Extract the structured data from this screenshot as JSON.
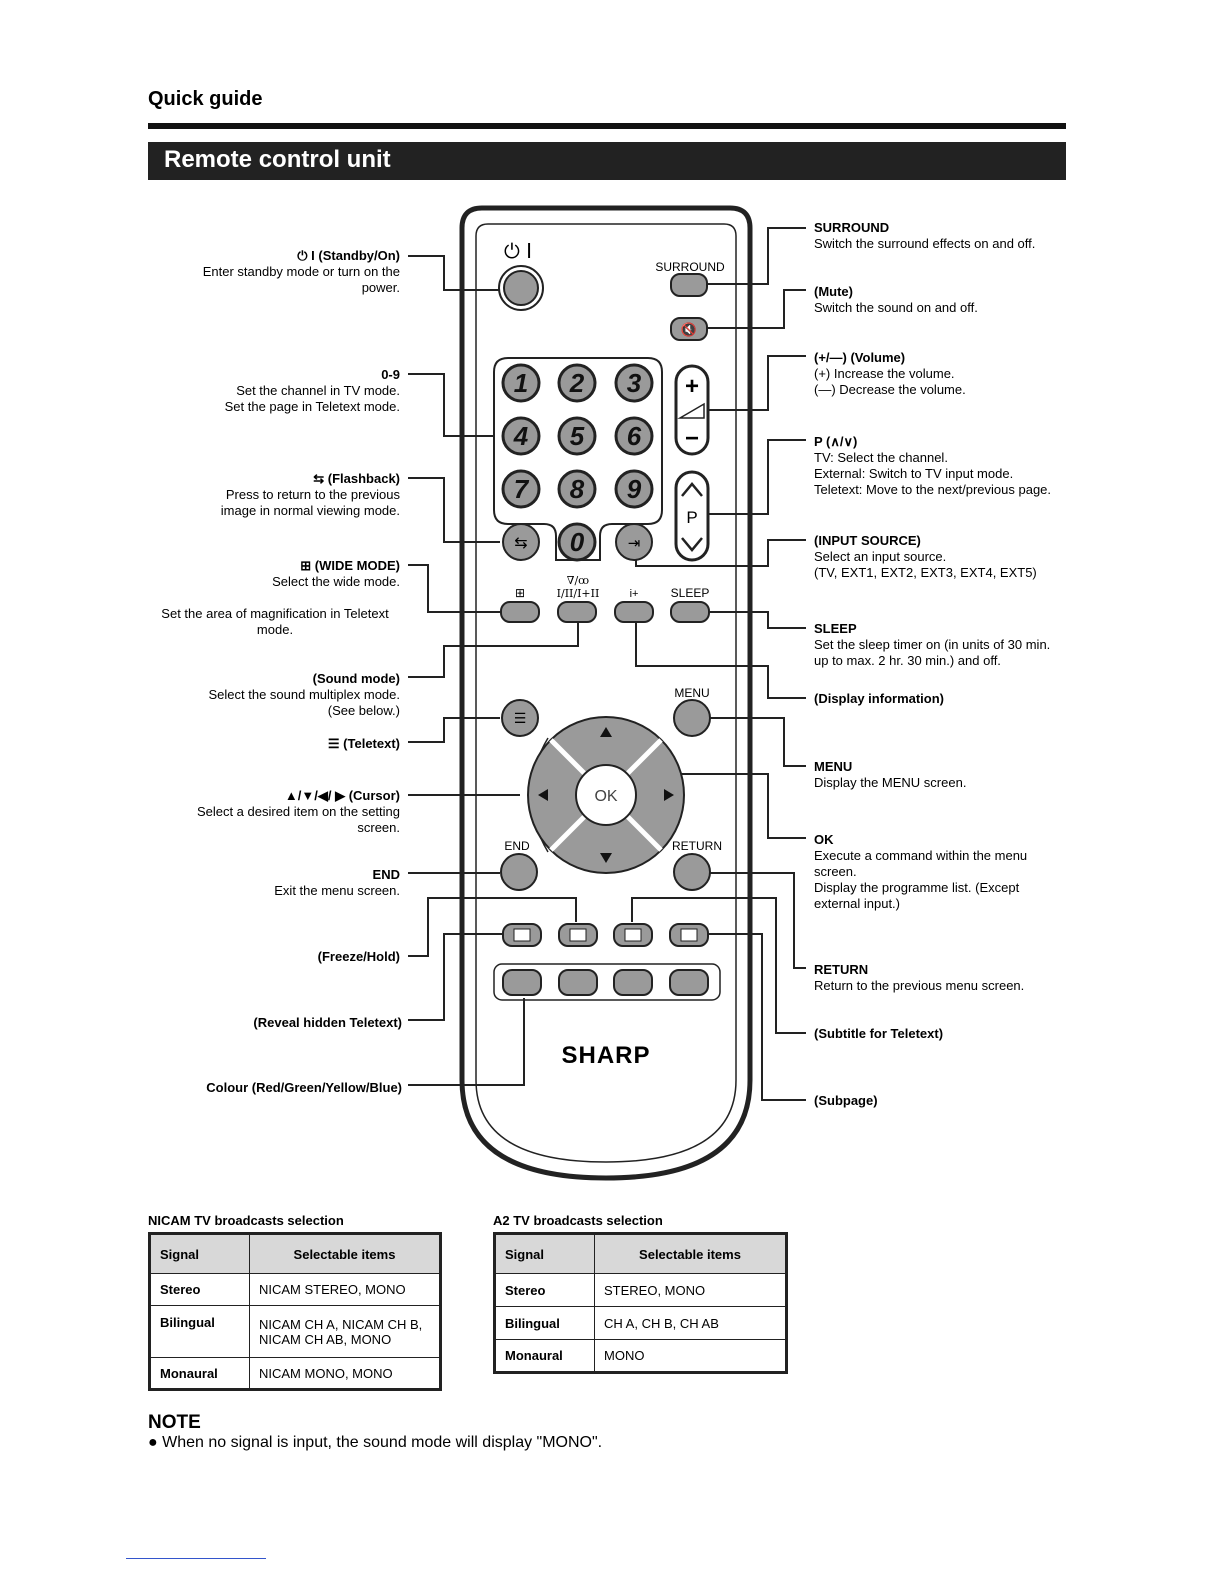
{
  "page": {
    "section_title": "Quick guide",
    "banner": "Remote control unit"
  },
  "remote": {
    "standby_symbol": "⏻ I",
    "surround_label": "SURROUND",
    "digits": [
      "1",
      "2",
      "3",
      "4",
      "5",
      "6",
      "7",
      "8",
      "9",
      "0"
    ],
    "p_label": "P",
    "wide_label": "⊞",
    "sound_label_top": "∇/ꝏ",
    "sound_label_bottom": "I/II/I+II",
    "info_label": "i+",
    "sleep_label": "SLEEP",
    "menu_label": "MENU",
    "ok_label": "OK",
    "end_label": "END",
    "return_label": "RETURN",
    "brand": "SHARP"
  },
  "left_labels": {
    "standby": {
      "title": "⏻ I (Standby/On)",
      "desc": [
        "Enter standby mode or turn on the",
        "power."
      ]
    },
    "digits": {
      "title": "0-9",
      "desc": [
        "Set the channel in TV mode.",
        "Set the page in Teletext mode."
      ]
    },
    "flashback": {
      "title": "⇆ (Flashback)",
      "desc": [
        "Press to return to the previous",
        "image in normal viewing mode."
      ]
    },
    "wide": {
      "title": "⊞ (WIDE MODE)",
      "desc": [
        "Select the wide mode."
      ],
      "desc2": [
        "Set the area of magnification in Teletext",
        "mode."
      ]
    },
    "sound": {
      "title": "(Sound mode)",
      "desc": [
        "Select the sound multiplex mode.",
        "(See below.)"
      ]
    },
    "teletext": {
      "title": "☰ (Teletext)"
    },
    "cursor": {
      "title": "▲/▼/◀/ ▶ (Cursor)",
      "desc": [
        "Select a desired item on the setting",
        "screen."
      ]
    },
    "end": {
      "title": "END",
      "desc": [
        "Exit the menu screen."
      ]
    },
    "freeze": {
      "title": "(Freeze/Hold)"
    },
    "reveal": {
      "title": "(Reveal hidden Teletext)"
    },
    "colour": {
      "title": "Colour (Red/Green/Yellow/Blue)"
    }
  },
  "right_labels": {
    "surround": {
      "title": "SURROUND",
      "desc": [
        "Switch the surround effects on and off."
      ]
    },
    "mute": {
      "title": "(Mute)",
      "desc": [
        "Switch the sound on and off."
      ]
    },
    "volume": {
      "title": "(+/—) (Volume)",
      "desc": [
        "(+) Increase the volume.",
        "(—) Decrease the volume."
      ]
    },
    "p": {
      "title": "P (∧/∨)",
      "desc": [
        "TV: Select the channel.",
        "External: Switch to TV input mode.",
        "Teletext: Move to the next/previous page."
      ]
    },
    "input": {
      "title": "(INPUT SOURCE)",
      "desc": [
        "Select an input source.",
        "(TV, EXT1, EXT2, EXT3, EXT4, EXT5)"
      ]
    },
    "sleep": {
      "title": "SLEEP",
      "desc": [
        "Set the sleep timer on (in units of 30 min.",
        "up to max. 2 hr. 30 min.) and off."
      ]
    },
    "display": {
      "title": "(Display information)"
    },
    "menu": {
      "title": "MENU",
      "desc": [
        "Display the MENU screen."
      ]
    },
    "ok": {
      "title": "OK",
      "desc": [
        "Execute a command within the menu",
        "screen.",
        "Display the programme list. (Except",
        "external input.)"
      ]
    },
    "return": {
      "title": "RETURN",
      "desc": [
        "Return to the previous menu screen."
      ]
    },
    "subtitle": {
      "title": "(Subtitle for Teletext)"
    },
    "subpage": {
      "title": "(Subpage)"
    }
  },
  "tables": {
    "nicam": {
      "title": "NICAM TV broadcasts selection",
      "headers": [
        "Signal",
        "Selectable items"
      ],
      "rows": [
        {
          "signal": "Stereo",
          "items": "NICAM STEREO, MONO"
        },
        {
          "signal": "Bilingual",
          "items": "NICAM CH A, NICAM CH B, NICAM CH AB, MONO"
        },
        {
          "signal": "Monaural",
          "items": "NICAM MONO, MONO"
        }
      ]
    },
    "a2": {
      "title": "A2 TV broadcasts selection",
      "headers": [
        "Signal",
        "Selectable items"
      ],
      "rows": [
        {
          "signal": "Stereo",
          "items": "STEREO, MONO"
        },
        {
          "signal": "Bilingual",
          "items": "CH A, CH B, CH AB"
        },
        {
          "signal": "Monaural",
          "items": "MONO"
        }
      ]
    }
  },
  "note": {
    "heading": "NOTE",
    "text": "● When no signal is input, the sound mode will display \"MONO\"."
  },
  "colors": {
    "ink": "#222222",
    "button_fill": "#9a9a9a",
    "banner": "#222222",
    "table_header": "#d8d8d8"
  }
}
